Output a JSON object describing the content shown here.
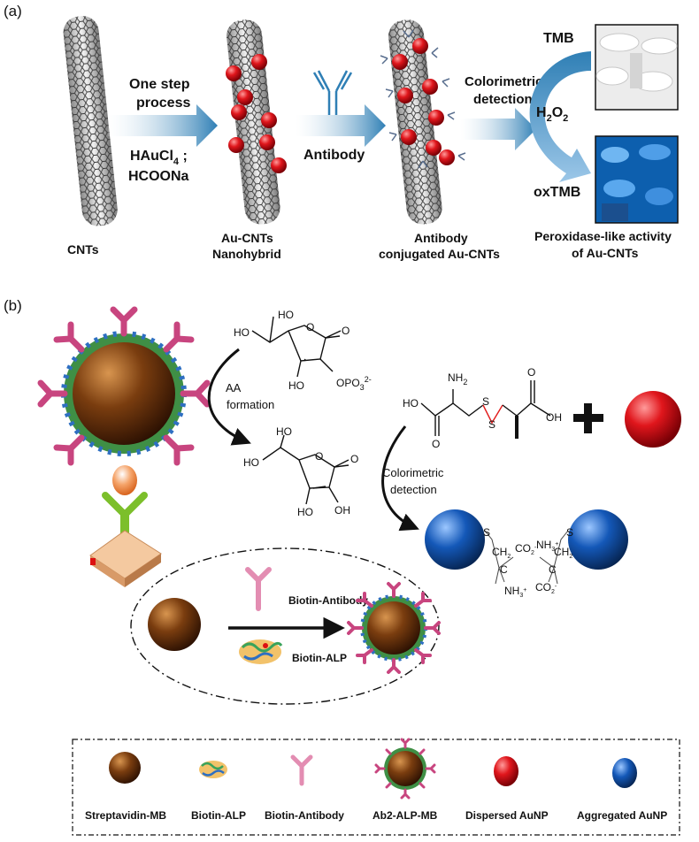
{
  "panel_a": {
    "tag": "(a)",
    "cnts_label": "CNTs",
    "step1_line1": "One step",
    "step1_line2": "process",
    "reagent1": "HAuCl",
    "reagent1_sub": "4",
    "reagent1_tail": " ;",
    "reagent2": "HCOONa",
    "aucnt_line1": "Au-CNTs",
    "aucnt_line2": "Nanohybrid",
    "antibody_label": "Antibody",
    "conj_line1": "Antibody",
    "conj_line2": "conjugated Au-CNTs",
    "color_line1": "Colorimetric",
    "color_line2": "detection",
    "tmb": "TMB",
    "h2o2_h": "H",
    "h2o2_2a": "2",
    "h2o2_o": "O",
    "h2o2_2b": "2",
    "oxtmb": "oxTMB",
    "perox_line1": "Peroxidase-like activity",
    "perox_line2": "of Au-CNTs"
  },
  "panel_b": {
    "tag": "(b)",
    "aa_line1": "AA",
    "aa_line2": "formation",
    "colorimetric_line1": "Colorimetric",
    "colorimetric_line2": "detection",
    "biotin_antibody": "Biotin-Antibody",
    "biotin_alp": "Biotin-ALP",
    "chem": {
      "ho": "HO",
      "oh": "OH",
      "o": "O",
      "opo3": "OPO",
      "opo3_sub": "3",
      "opo3_sup": "2-",
      "nh2": "NH",
      "nh2_sub": "2",
      "s": "S",
      "co2": "CO",
      "co2_sub": "2",
      "co2_sup": "-",
      "nh3": "NH",
      "nh3_sub": "3",
      "nh3_sup": "+",
      "ch2": "CH",
      "ch2_sub": "2",
      "c": "C"
    }
  },
  "legend": [
    {
      "label": "Streptavidin-MB"
    },
    {
      "label": "Biotin-ALP"
    },
    {
      "label": "Biotin-Antibody"
    },
    {
      "label": "Ab2-ALP-MB"
    },
    {
      "label": "Dispersed AuNP"
    },
    {
      "label": "Aggregated AuNP"
    }
  ],
  "colors": {
    "arrow_blue": "#2f7fb5",
    "gold_red": "#e0161c",
    "antibody_pink": "#c8457f",
    "mb_brown": "#7a3d0f",
    "aggregated_blue": "#1458b8",
    "dispersed_red": "#e0101a",
    "disulfide_red": "#e21b1b"
  }
}
